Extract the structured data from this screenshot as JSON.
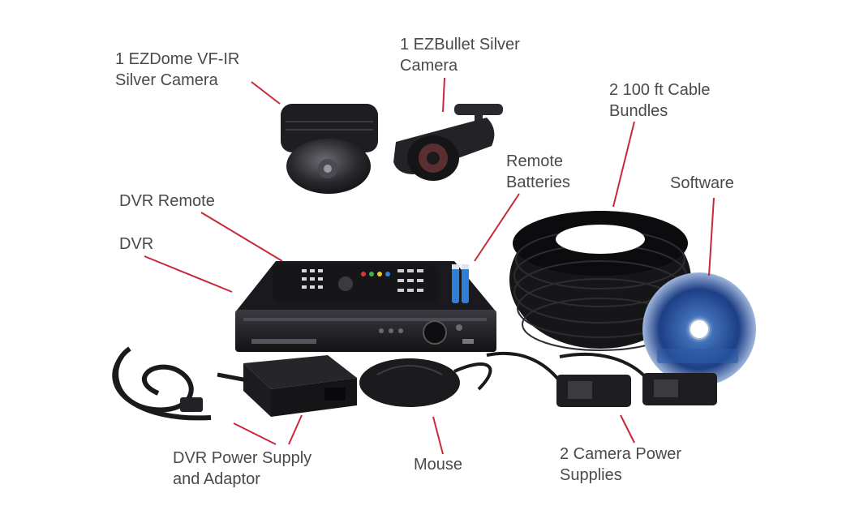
{
  "colors": {
    "background": "#ffffff",
    "label_text": "#4a4a4a",
    "leader_line": "#c8283a",
    "equipment": "#1c1c1e",
    "battery": "#2f7fd8"
  },
  "labels": {
    "dome_camera": [
      "1 EZDome VF-IR",
      "Silver Camera"
    ],
    "bullet_camera": [
      "1 EZBullet Silver",
      "Camera"
    ],
    "cable_bundles": [
      "2 100 ft Cable",
      "Bundles"
    ],
    "remote_batteries": [
      "Remote",
      "Batteries"
    ],
    "software": [
      "Software"
    ],
    "dvr_remote": [
      "DVR Remote"
    ],
    "dvr": [
      "DVR"
    ],
    "dvr_power_supply": [
      "DVR Power Supply",
      "and Adaptor"
    ],
    "mouse": [
      "Mouse"
    ],
    "camera_power_supplies": [
      "2 Camera Power",
      "Supplies"
    ]
  }
}
